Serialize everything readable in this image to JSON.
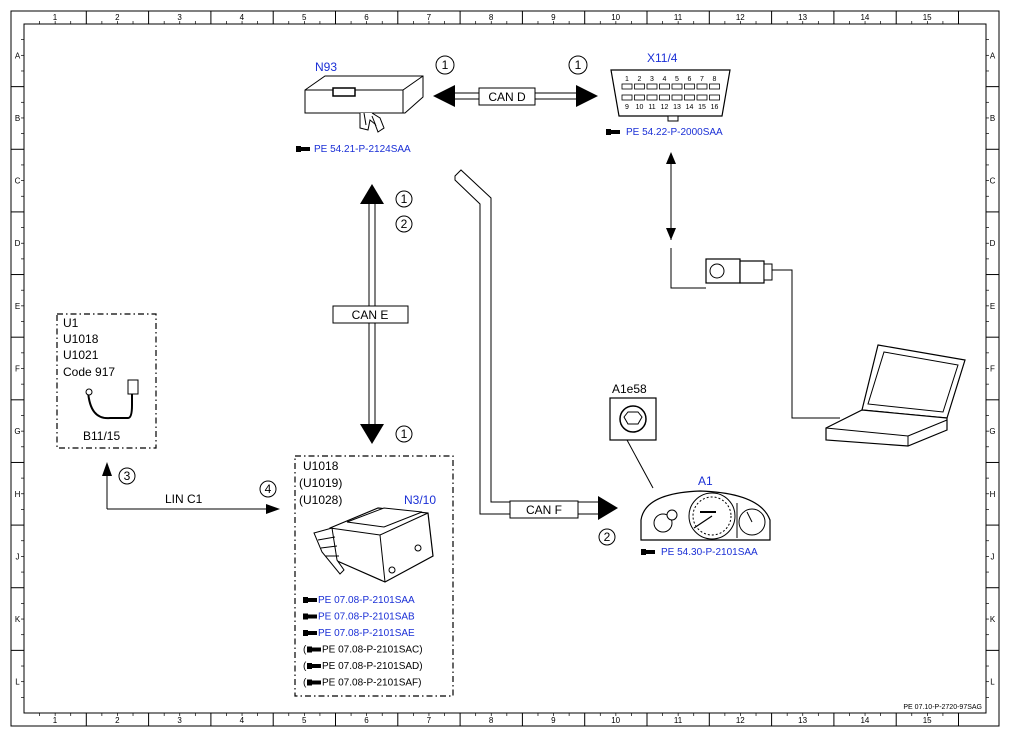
{
  "grid": {
    "columns": [
      "1",
      "2",
      "3",
      "4",
      "5",
      "6",
      "7",
      "8",
      "9",
      "10",
      "11",
      "12",
      "13",
      "14",
      "15"
    ],
    "rows": [
      "A",
      "B",
      "C",
      "D",
      "E",
      "F",
      "G",
      "H",
      "J",
      "K",
      "L"
    ]
  },
  "doc_id": "PE 07.10-P-2720-97SAG",
  "components": {
    "n93": {
      "label": "N93",
      "ref": "PE 54.21-P-2124SAA"
    },
    "x11": {
      "label": "X11/4",
      "ref": "PE 54.22-P-2000SAA",
      "pins_top": [
        "1",
        "2",
        "3",
        "4",
        "5",
        "6",
        "7",
        "8"
      ],
      "pins_bottom": [
        "9",
        "10",
        "11",
        "12",
        "13",
        "14",
        "15",
        "16"
      ]
    },
    "a1": {
      "label": "A1",
      "ref": "PE 54.30-P-2101SAA"
    },
    "a1e58": {
      "label": "A1e58"
    },
    "b11": {
      "lines": [
        "U1",
        "U1018",
        "U1021",
        "Code 917"
      ],
      "label": "B11/15"
    },
    "n310": {
      "lines": [
        "U1018",
        "(U1019)",
        "(U1028)"
      ],
      "label": "N3/10",
      "refs": [
        {
          "pre": "",
          "text": "PE 07.08-P-2101SAA",
          "post": "",
          "blue": true
        },
        {
          "pre": "",
          "text": "PE 07.08-P-2101SAB",
          "post": "",
          "blue": true
        },
        {
          "pre": "",
          "text": "PE 07.08-P-2101SAE",
          "post": "",
          "blue": true
        },
        {
          "pre": "(",
          "text": "PE 07.08-P-2101SAC",
          "post": ")",
          "blue": false
        },
        {
          "pre": "(",
          "text": "PE 07.08-P-2101SAD",
          "post": ")",
          "blue": false
        },
        {
          "pre": "(",
          "text": "PE 07.08-P-2101SAF",
          "post": ")",
          "blue": false
        }
      ]
    }
  },
  "buses": {
    "can_d": "CAN D",
    "can_e": "CAN E",
    "can_f": "CAN F",
    "lin_c1": "LIN C1"
  },
  "markers": {
    "can_d_left": "1",
    "can_d_right": "1",
    "can_e_top_1": "1",
    "can_e_top_2": "2",
    "can_e_bottom": "1",
    "can_f": "2",
    "lin_left": "3",
    "lin_right": "4"
  },
  "colors": {
    "ref_blue": "#1a2fd6",
    "line": "#000000",
    "frame": "#000000"
  }
}
